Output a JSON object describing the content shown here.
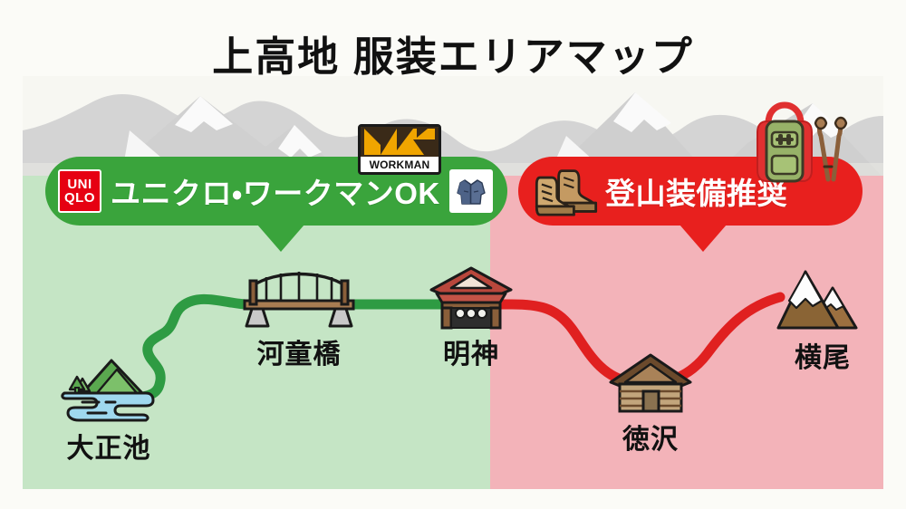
{
  "title": "上高地 服装エリアマップ",
  "colors": {
    "green_zone": "#c5e5c5",
    "red_zone": "#f3b3b9",
    "green_badge": "#3aa43c",
    "red_badge": "#e8201e",
    "green_route": "#2e9b43",
    "red_route": "#e02020",
    "uniqlo_red": "#e60012",
    "workman_yellow": "#f0a500",
    "mountain_gray": "#d0d0d0",
    "background": "#fbfbf7"
  },
  "badges": {
    "green": {
      "text": "ユニクロ・ワークマンOK",
      "uniqlo_line1": "UNI",
      "uniqlo_line2": "QLO",
      "workman_label": "WORKMAN",
      "jacket_icon": "jacket-icon"
    },
    "red": {
      "text": "登山装備推奨",
      "boots_icon": "hiking-boots-icon",
      "backpack_icon": "backpack-icon",
      "poles_icon": "trekking-poles-icon"
    }
  },
  "zones": [
    {
      "id": "casual-zone",
      "label": "ユニクロ・ワークマンOK",
      "fill": "#c5e5c5"
    },
    {
      "id": "gear-zone",
      "label": "登山装備推奨",
      "fill": "#f3b3b9"
    }
  ],
  "nodes": [
    {
      "id": "taishoike",
      "label": "大正池",
      "icon": "lake-mountain-icon",
      "zone": "casual-zone"
    },
    {
      "id": "kappabashi",
      "label": "河童橋",
      "icon": "suspension-bridge-icon",
      "zone": "casual-zone"
    },
    {
      "id": "myojin",
      "label": "明神",
      "icon": "shrine-icon",
      "zone": "casual-zone"
    },
    {
      "id": "tokusawa",
      "label": "徳沢",
      "icon": "cabin-icon",
      "zone": "gear-zone"
    },
    {
      "id": "yokoo",
      "label": "横尾",
      "icon": "snow-mountain-icon",
      "zone": "gear-zone"
    }
  ],
  "routes": [
    {
      "id": "green-route",
      "from": "大正池",
      "to": "明神",
      "color": "#2e9b43"
    },
    {
      "id": "red-route",
      "from": "明神",
      "to": "横尾",
      "color": "#e02020"
    }
  ]
}
